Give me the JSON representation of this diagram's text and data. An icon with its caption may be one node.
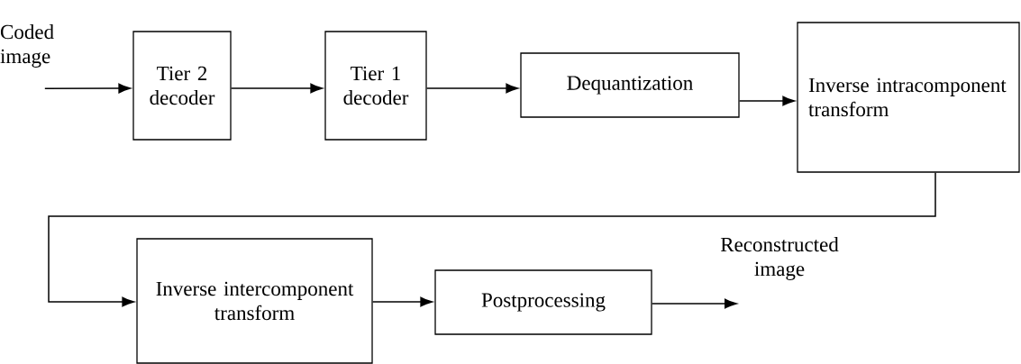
{
  "diagram": {
    "nodes": [
      {
        "text": [
          "Coded image"
        ]
      },
      {
        "text": [
          "Tier 2 decoder"
        ]
      },
      {
        "text": [
          "Tier 1 decoder"
        ]
      },
      {
        "text": [
          "Dequantization"
        ]
      },
      {
        "text": [
          "Inverse intracomponent transform"
        ]
      },
      {
        "text": [
          "Inverse intercomponent transform"
        ]
      },
      {
        "text": [
          "Postprocessing"
        ]
      },
      {
        "text": [
          "Reconstructed image"
        ]
      }
    ],
    "edges": [
      {
        "from": 0,
        "to": 1,
        "arrow": "to"
      },
      {
        "from": 1,
        "to": 2,
        "arrow": "to"
      },
      {
        "from": 2,
        "to": 3,
        "arrow": "to"
      },
      {
        "from": 3,
        "to": 4,
        "arrow": "to"
      },
      {
        "from": 4,
        "to": 5,
        "arrow": "to"
      },
      {
        "from": 5,
        "to": 6,
        "arrow": "to"
      },
      {
        "from": 6,
        "to": 7,
        "arrow": "to"
      }
    ]
  }
}
